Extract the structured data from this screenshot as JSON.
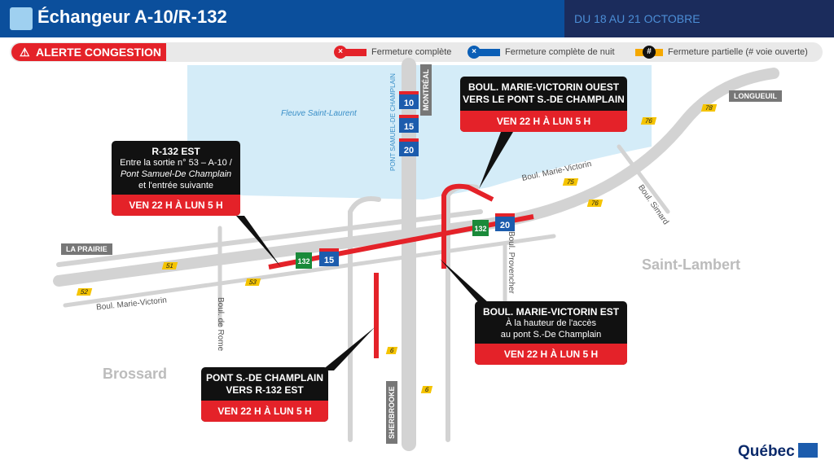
{
  "header": {
    "title": "Échangeur A-10/R-132",
    "dates": "DU 18 AU 21 OCTOBRE"
  },
  "alert": {
    "label": "ALERTE CONGESTION"
  },
  "legend": [
    {
      "label": "Fermeture complète",
      "color": "#e42229",
      "symbol": "x"
    },
    {
      "label": "Fermeture complète de nuit",
      "color": "#0b5fb6",
      "symbol": "x"
    },
    {
      "label": "Fermeture partielle (# voie ouverte)",
      "color": "#f5a800",
      "symbol": "#"
    }
  ],
  "callouts": [
    {
      "title": "R-132 EST",
      "line1": "Entre la sortie n° 53 – A-10 /",
      "line2": "Pont Samuel-De Champlain",
      "line3": "et l'entrée suivante",
      "dates": "VEN 22 H À LUN 5 H"
    },
    {
      "title": "BOUL. MARIE-VICTORIN OUEST",
      "title2": "VERS LE PONT S.-DE CHAMPLAIN",
      "dates": "VEN 22 H À LUN 5 H"
    },
    {
      "title": "BOUL. MARIE-VICTORIN EST",
      "line1": "À la hauteur de l'accès",
      "line2": "au pont S.-De Champlain",
      "dates": "VEN 22 H À LUN 5 H"
    },
    {
      "title": "PONT S.-DE CHAMPLAIN",
      "title2": "VERS R-132 EST",
      "dates": "VEN 22 H À LUN 5 H"
    }
  ],
  "map": {
    "water": "Fleuve Saint-Laurent",
    "places": [
      "Saint-Lambert",
      "Brossard"
    ],
    "directions": [
      "LA PRAIRIE",
      "LONGUEUIL",
      "MONTRÉAL",
      "SHERBROOKE"
    ],
    "bridge": "PONT SAMUEL-DE CHAMPLAIN",
    "streets": [
      "Boul. Marie-Victorin",
      "Boul. Marie-Victorin",
      "Boul. de Rome",
      "Boul. Provencher",
      "Boul. Simard"
    ],
    "exits": [
      "51",
      "52",
      "53",
      "75",
      "76",
      "76",
      "78",
      "6",
      "6"
    ],
    "shields": [
      "10",
      "15",
      "20",
      "132",
      "15",
      "132",
      "20"
    ]
  },
  "footer": {
    "brand": "Québec"
  }
}
